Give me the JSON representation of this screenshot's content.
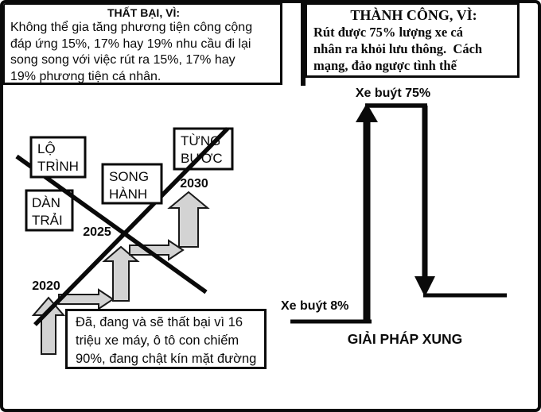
{
  "failure_box": {
    "title": "THẤT BẠI, VÌ:",
    "lines": [
      "Không thể gia tăng phương tiện công cộng",
      "đáp ứng 15%, 17% hay 19% nhu cầu đi lại",
      "song song với việc rút ra 15%, 17% hay",
      "19% phương tiện cá nhân."
    ]
  },
  "success_box": {
    "title": "THÀNH CÔNG, VÌ:",
    "lines": [
      "Rút được 75% lượng xe cá",
      "nhân ra khỏi lưu thông.  Cách",
      "mạng, đảo ngược tình thế"
    ]
  },
  "roadmap": {
    "boxes": {
      "lo_trinh": [
        "LỘ",
        "TRÌNH"
      ],
      "dan_trai": [
        "DÀN",
        "TRẢI"
      ],
      "song_hanh": [
        "SONG",
        "HÀNH"
      ],
      "tung_buoc": [
        "TỪNG",
        "BƯỚC"
      ]
    },
    "years": {
      "y2020": "2020",
      "y2025": "2025",
      "y2030": "2030"
    },
    "note_lines": [
      "Đã, đang và sẽ thất bại vì 16",
      "triệu xe máy, ô tô con chiếm",
      "90%, đang chật kín mặt đường"
    ]
  },
  "pulse": {
    "high_label": "Xe buýt 75%",
    "low_label": "Xe buýt 8%",
    "caption": "GIẢI PHÁP XUNG"
  },
  "colors": {
    "ink": "#0a0a0a",
    "arrow_fill": "#d3d3d3"
  }
}
